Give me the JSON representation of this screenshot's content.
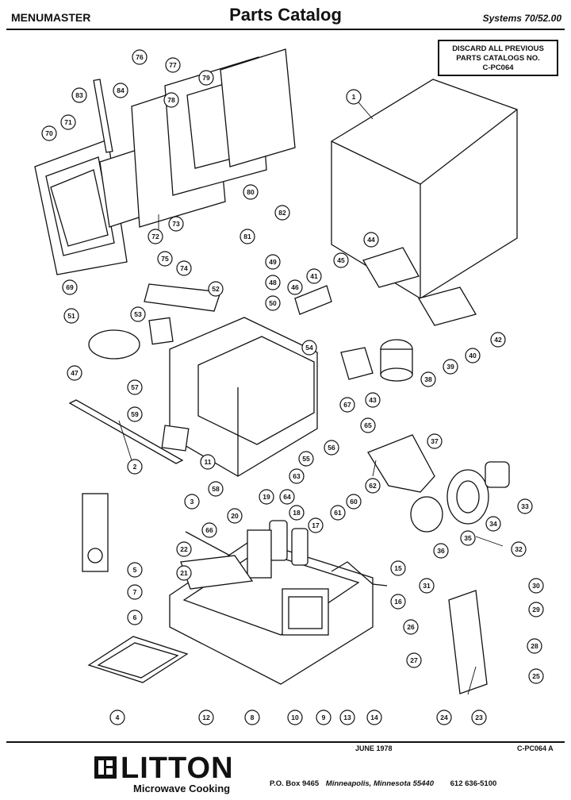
{
  "header": {
    "brand_line": "MENUMASTER",
    "title": "Parts Catalog",
    "systems": "Systems 70/52.00"
  },
  "notice": {
    "line1": "DISCARD ALL PREVIOUS",
    "line2": "PARTS CATALOGS NO.",
    "line3": "C-PC064"
  },
  "callouts": [
    "1",
    "2",
    "3",
    "4",
    "5",
    "6",
    "7",
    "8",
    "9",
    "10",
    "11",
    "12",
    "13",
    "14",
    "15",
    "16",
    "17",
    "18",
    "19",
    "20",
    "21",
    "22",
    "23",
    "24",
    "25",
    "26",
    "27",
    "28",
    "29",
    "30",
    "31",
    "32",
    "33",
    "34",
    "35",
    "36",
    "37",
    "38",
    "39",
    "40",
    "41",
    "42",
    "43",
    "44",
    "45",
    "46",
    "47",
    "48",
    "49",
    "50",
    "51",
    "52",
    "53",
    "54",
    "55",
    "56",
    "57",
    "58",
    "59",
    "60",
    "61",
    "62",
    "63",
    "64",
    "65",
    "66",
    "67",
    "69",
    "70",
    "71",
    "72",
    "73",
    "74",
    "75",
    "76",
    "77",
    "78",
    "79",
    "80",
    "81",
    "82",
    "83",
    "84"
  ],
  "footer": {
    "date": "JUNE 1978",
    "catalog_no": "C-PC064 A",
    "brand": "LITTON",
    "tagline": "Microwave Cooking",
    "po_box": "P.O. Box 9465",
    "city": "Minneapolis, Minnesota 55440",
    "phone": "612  636-5100"
  }
}
